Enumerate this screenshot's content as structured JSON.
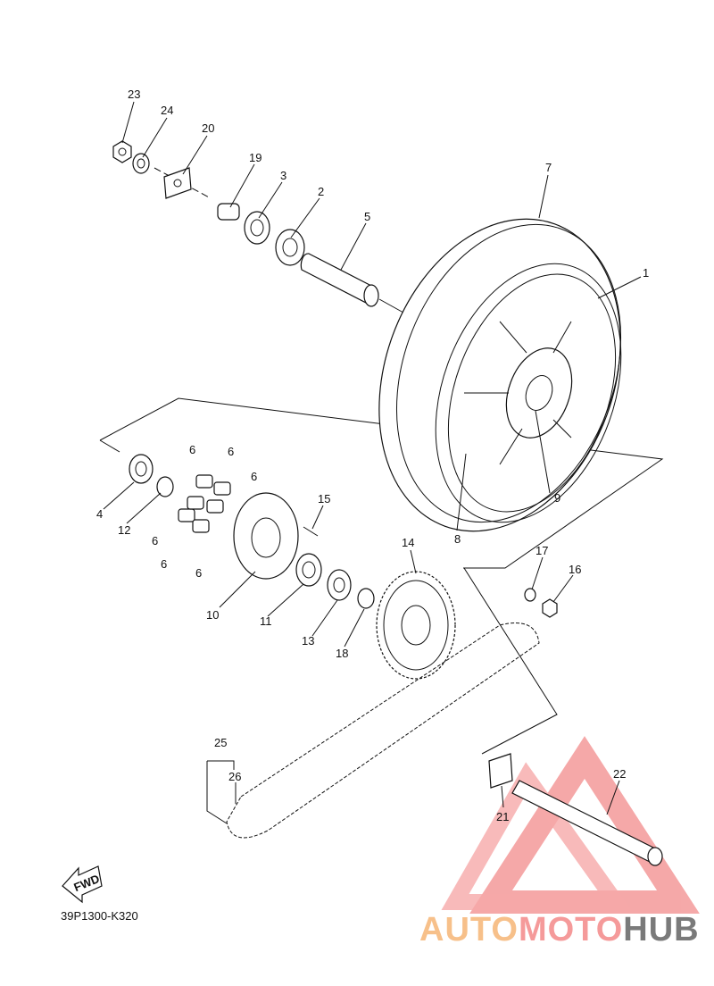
{
  "diagram": {
    "part_code": "39P1300-K320",
    "fwd_label": "FWD",
    "callouts": [
      "1",
      "2",
      "3",
      "4",
      "5",
      "6",
      "7",
      "8",
      "9",
      "10",
      "11",
      "12",
      "13",
      "14",
      "15",
      "16",
      "17",
      "18",
      "19",
      "20",
      "21",
      "22",
      "23",
      "24",
      "25",
      "26"
    ]
  },
  "watermark": {
    "part1": "AUTO",
    "part2": "MOTO",
    "part3": "HUB",
    "colors": {
      "orange": "#f7c08a",
      "pink": "#f59a9a",
      "gray": "#7a7a7a",
      "triangle": "#f28c8c"
    }
  }
}
